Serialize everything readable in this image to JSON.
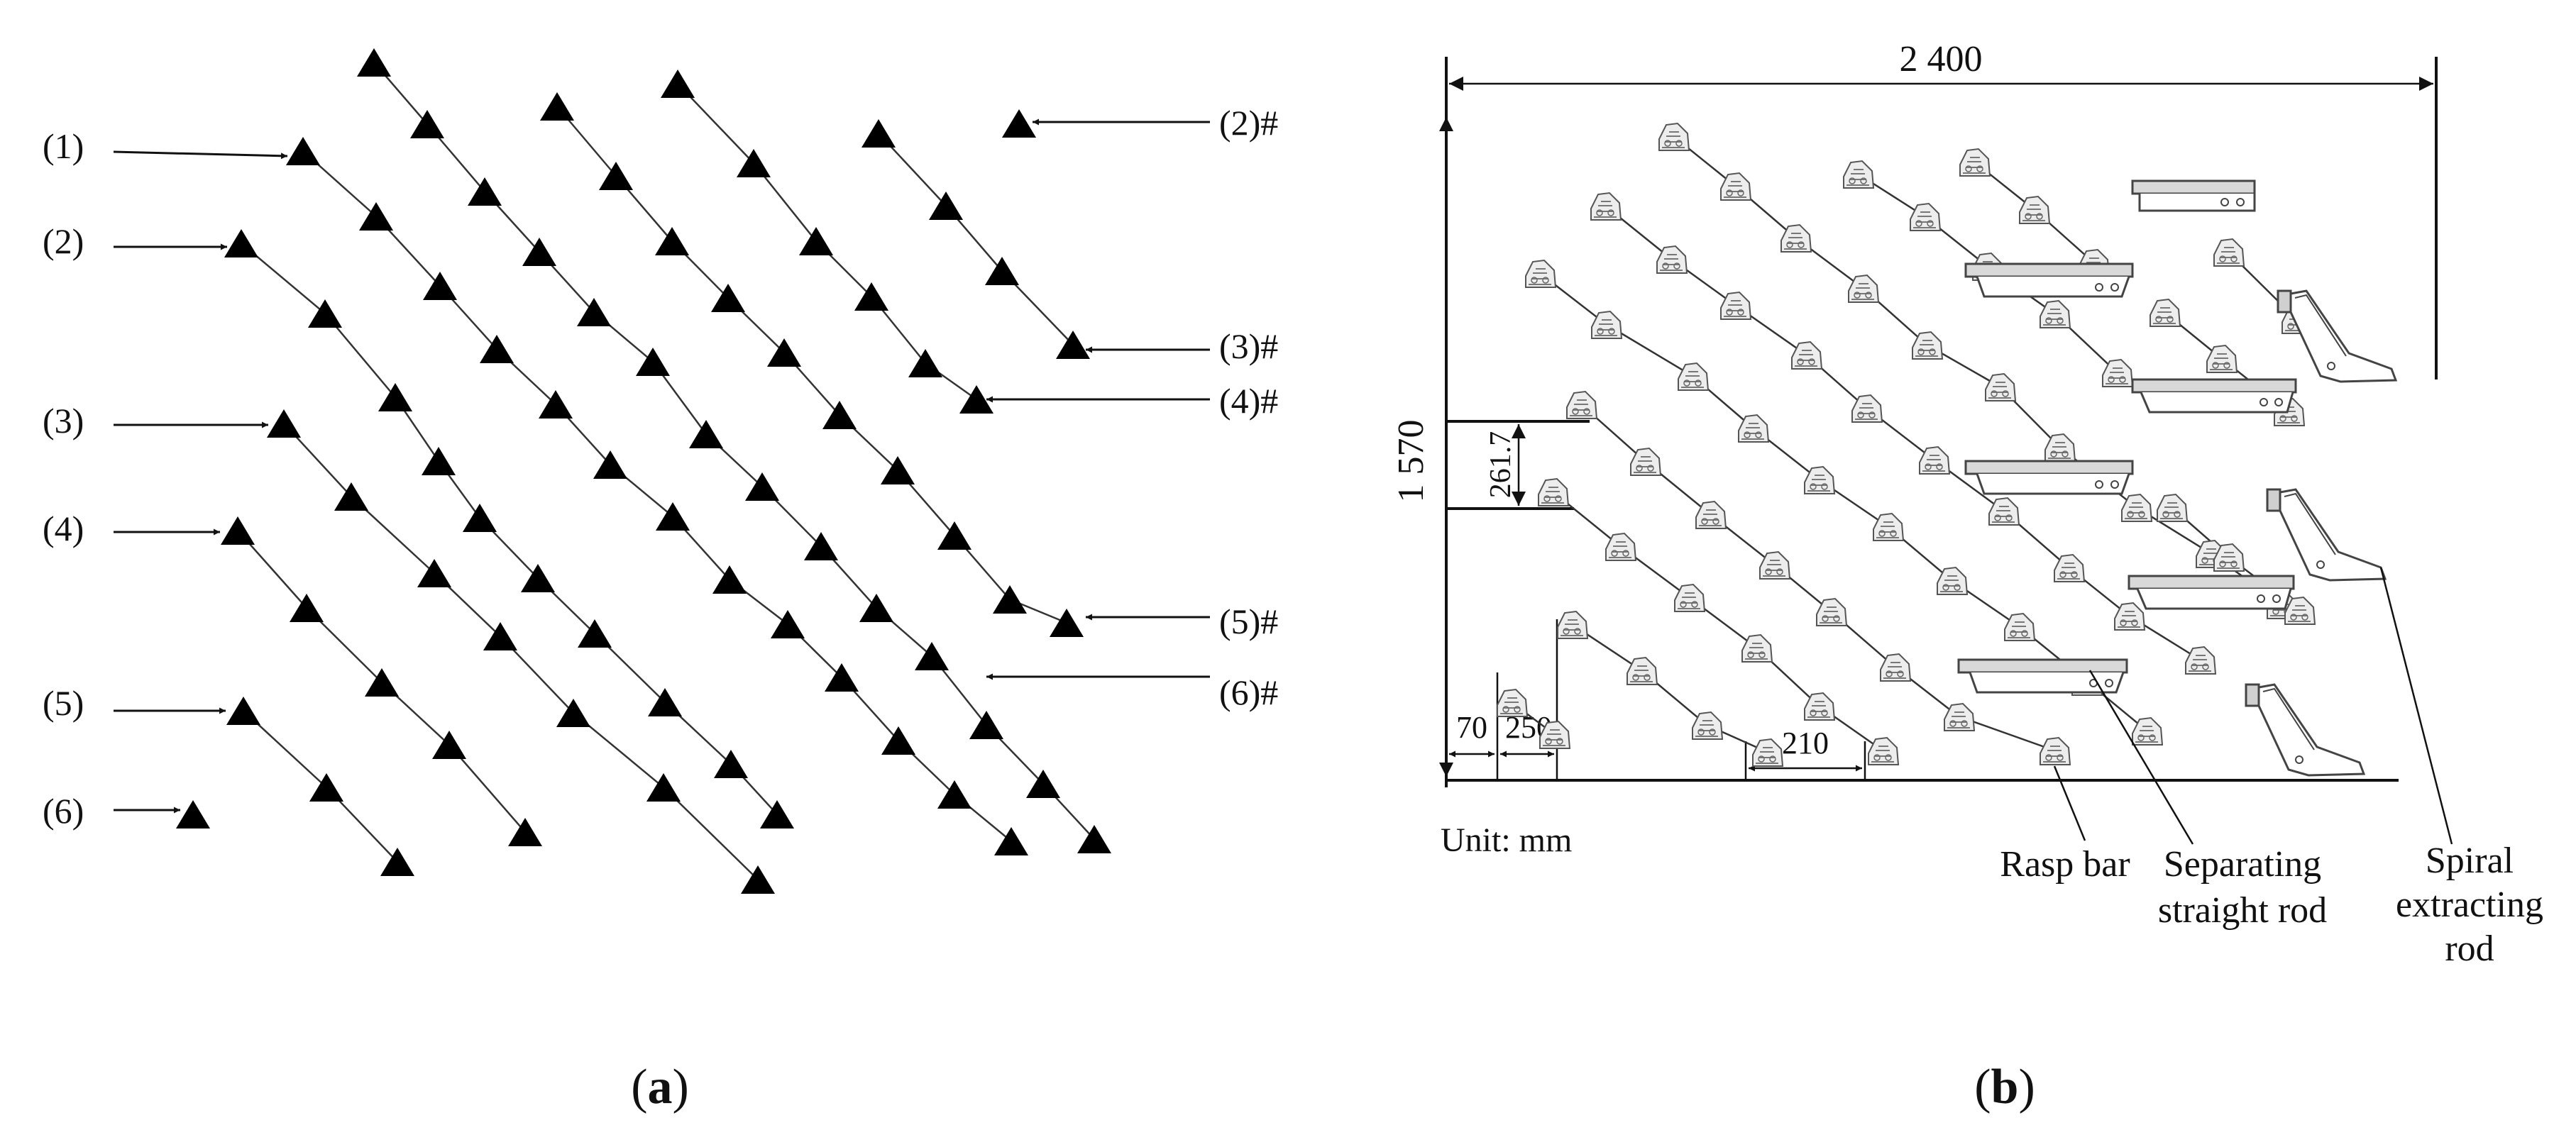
{
  "panel_a": {
    "caption_prefix": "(",
    "caption_letter": "a",
    "caption_suffix": ")",
    "left_labels": [
      "(1)",
      "(2)",
      "(3)",
      "(4)",
      "(5)",
      "(6)"
    ],
    "right_labels": [
      "(2)#",
      "(3)#",
      "(4)#",
      "(5)#",
      "(6)#"
    ]
  },
  "panel_b": {
    "caption_prefix": "(",
    "caption_letter": "b",
    "caption_suffix": ")",
    "dims": {
      "width": "2 400",
      "height": "1 570",
      "row_spacing": "261.7",
      "offset": "70",
      "spacing_first": "250",
      "spacing_pitch": "210"
    },
    "unit": "Unit: mm",
    "components": {
      "rasp_bar": "Rasp bar",
      "straight_rod_line1": "Separating",
      "straight_rod_line2": "straight rod",
      "spiral_rod_line1": "Spiral",
      "spiral_rod_line2": "extracting",
      "spiral_rod_line3": "rod"
    }
  }
}
